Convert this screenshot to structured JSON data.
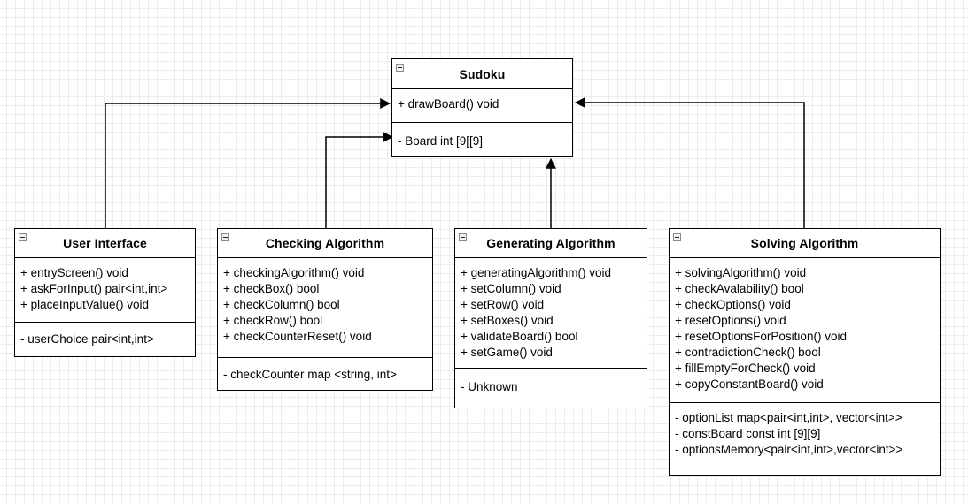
{
  "classes": {
    "sudoku": {
      "name": "Sudoku",
      "methods": [
        "+ drawBoard() void"
      ],
      "fields": [
        "- Board  int [9[[9]"
      ]
    },
    "user_interface": {
      "name": "User Interface",
      "methods": [
        "+ entryScreen() void",
        "+ askForInput() pair<int,int>",
        "+ placeInputValue() void"
      ],
      "fields": [
        "- userChoice pair<int,int>"
      ]
    },
    "checking": {
      "name": "Checking Algorithm",
      "methods": [
        "+ checkingAlgorithm() void",
        "+ checkBox() bool",
        "+ checkColumn() bool",
        "+ checkRow() bool",
        "+ checkCounterReset() void"
      ],
      "fields": [
        "- checkCounter map <string, int>"
      ]
    },
    "generating": {
      "name": "Generating Algorithm",
      "methods": [
        "+ generatingAlgorithm() void",
        "+ setColumn() void",
        "+ setRow() void",
        "+ setBoxes() void",
        "+ validateBoard() bool",
        "+ setGame() void"
      ],
      "fields": [
        "- Unknown"
      ]
    },
    "solving": {
      "name": "Solving Algorithm",
      "methods": [
        "+ solvingAlgorithm() void",
        "+ checkAvalability() bool",
        "+ checkOptions() void",
        "+ resetOptions() void",
        "+ resetOptionsForPosition() void",
        "+ contradictionCheck() bool",
        "+ fillEmptyForCheck() void",
        "+ copyConstantBoard() void"
      ],
      "fields": [
        "- optionList map<pair<int,int>, vector<int>>",
        "- constBoard const int [9][9]",
        "- optionsMemory<pair<int,int>,vector<int>>"
      ]
    }
  },
  "colors": {
    "line": "#000000",
    "grid": "#ececec",
    "toggle_fill": "#f2f2f2"
  },
  "icons": {
    "collapse": "minus-square-icon"
  }
}
